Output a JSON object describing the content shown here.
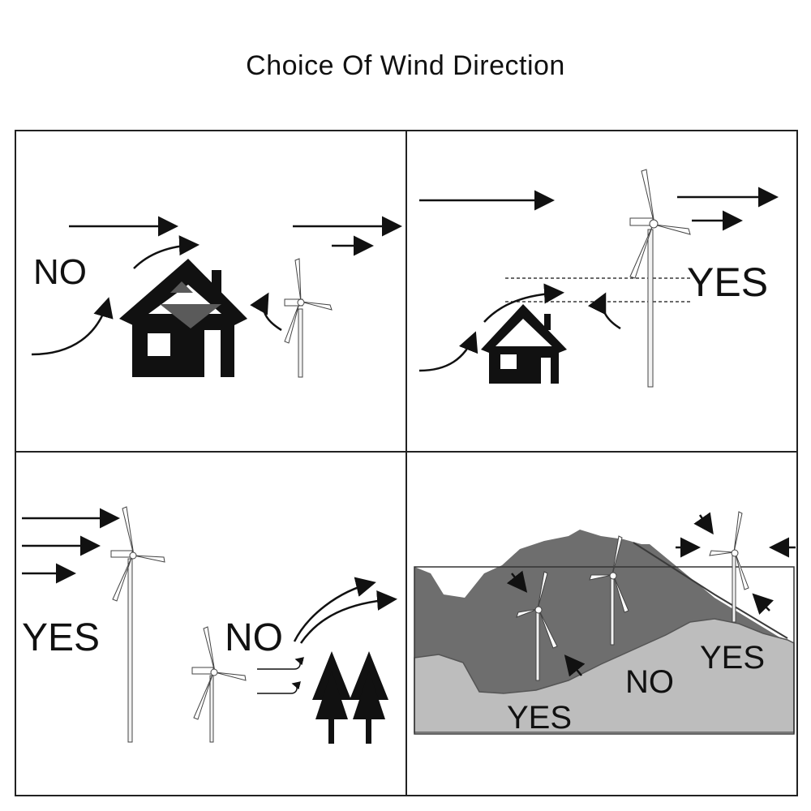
{
  "title": "Choice Of Wind Direction",
  "panels": [
    {
      "label": "NO"
    },
    {
      "label": "YES"
    },
    {
      "label_yes": "YES",
      "label_no": "NO"
    },
    {
      "label_yes_left": "YES",
      "label_no": "NO",
      "label_yes_right": "YES"
    }
  ],
  "colors": {
    "ink": "#111111",
    "terrain_dark": "#6e6e6e",
    "terrain_light": "#bdbdbd",
    "line": "#222222"
  }
}
